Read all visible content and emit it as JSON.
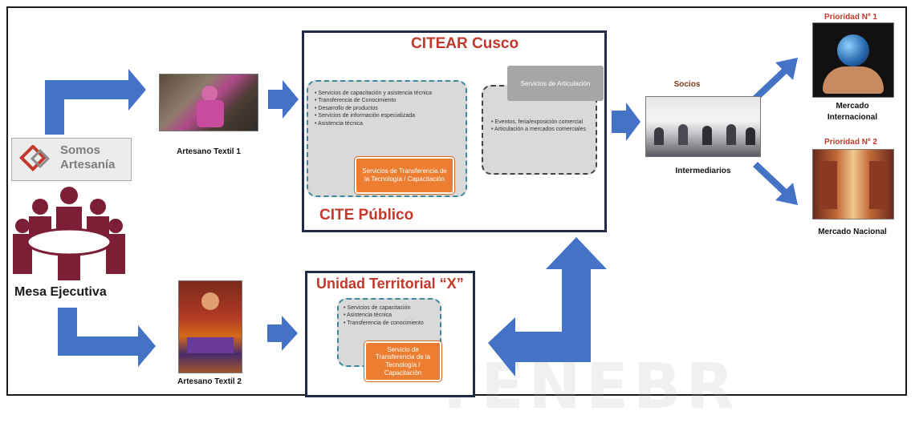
{
  "somos_logo": {
    "line1": "Somos",
    "line2": "Artesanía"
  },
  "mesa_ejecutiva": "Mesa Ejecutiva",
  "artesano_1": "Artesano Textil 1",
  "artesano_2": "Artesano Textil 2",
  "citear": {
    "title": "CITEAR Cusco",
    "subtitle": "CITE Público",
    "left_bullets": [
      "Servicios de capacitación y asistencia técnica",
      "Transferencia de Conocimiento",
      "Desarrollo de productos",
      "Servicios de información especializada",
      "Asistencia técnica"
    ],
    "orange_box": "Servicios de Transferencia de la Tecnología / Capacitación",
    "gray_tag": "Servicios de Articulación",
    "right_bullets": [
      "Eventos, feria/exposición comercial",
      "Articulación a mercados comerciales"
    ]
  },
  "unidad": {
    "title": "Unidad Territorial “X”",
    "bullets": [
      "Servicios de capacitación",
      "Asistencia técnica",
      "Transferencia de conocimiento"
    ],
    "orange_box": "Servicio de Transferencia de la Tecnología / Capacitación"
  },
  "socios": "Socios",
  "intermediarios": "Intermediarios",
  "prioridad_1": "Prioridad Nº 1",
  "mercado_internacional_1": "Mercado",
  "mercado_internacional_2": "Internacional",
  "prioridad_2": "Prioridad Nº 2",
  "mercado_nacional": "Mercado Nacional",
  "watermark": "TENEBR",
  "colors": {
    "arrow": "#4472c4",
    "accent_red": "#c0392b",
    "maroon": "#7b1e36",
    "orange": "#ed7d31"
  }
}
